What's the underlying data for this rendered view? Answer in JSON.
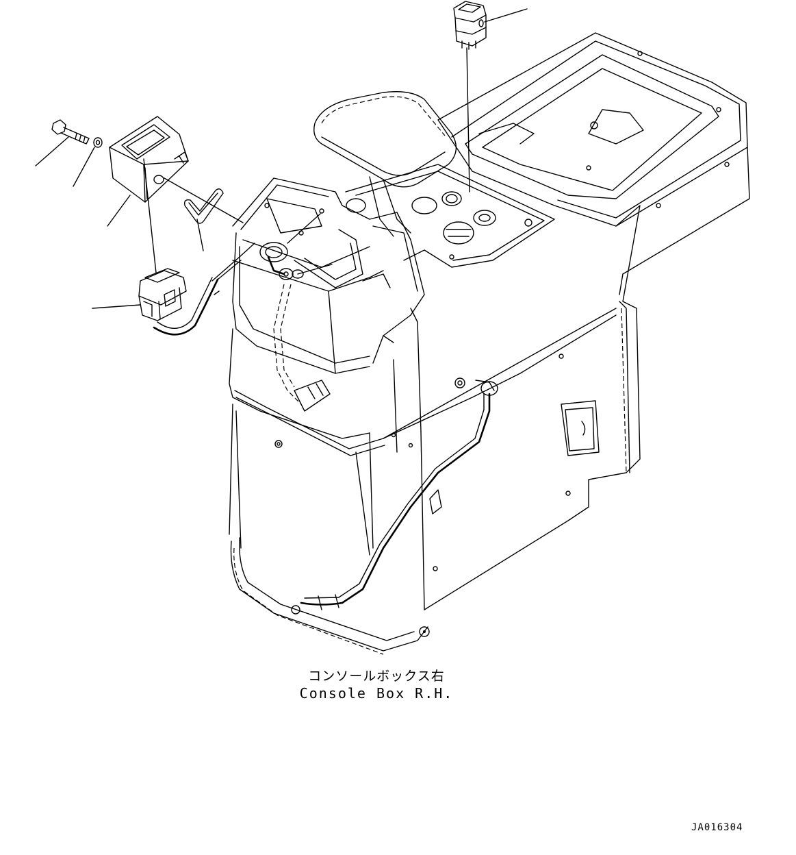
{
  "caption": {
    "japanese": "コンソールボックス右",
    "english": "Console Box R.H."
  },
  "drawing_id": "JA016304"
}
